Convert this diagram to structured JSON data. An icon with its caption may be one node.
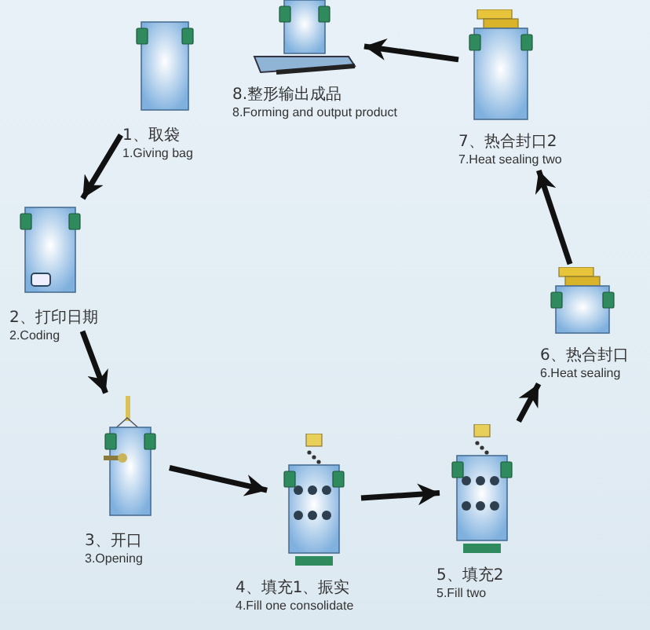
{
  "diagram": {
    "nodes": [
      {
        "text": [
          "1、取袋",
          "1.Giving bag"
        ]
      },
      {
        "text": [
          "2、打印日期",
          "2.Coding"
        ]
      },
      {
        "text": [
          "3、开口",
          "3.Opening"
        ]
      },
      {
        "text": [
          "4、填充1、振实",
          "4.Fill one consolidate"
        ]
      },
      {
        "text": [
          "5、填充2",
          "5.Fill two"
        ]
      },
      {
        "text": [
          "6、热合封口",
          "6.Heat sealing"
        ]
      },
      {
        "text": [
          "7、热合封口2",
          "7.Heat sealing two"
        ]
      },
      {
        "text": [
          "8.整形输出成品",
          "8.Forming and output product"
        ]
      }
    ],
    "edges": [
      {
        "from": 0,
        "to": 1,
        "arrow": "to"
      },
      {
        "from": 1,
        "to": 2,
        "arrow": "to"
      },
      {
        "from": 2,
        "to": 3,
        "arrow": "to"
      },
      {
        "from": 3,
        "to": 4,
        "arrow": "to"
      },
      {
        "from": 4,
        "to": 5,
        "arrow": "to"
      },
      {
        "from": 5,
        "to": 6,
        "arrow": "to"
      },
      {
        "from": 6,
        "to": 7,
        "arrow": "to"
      }
    ]
  }
}
